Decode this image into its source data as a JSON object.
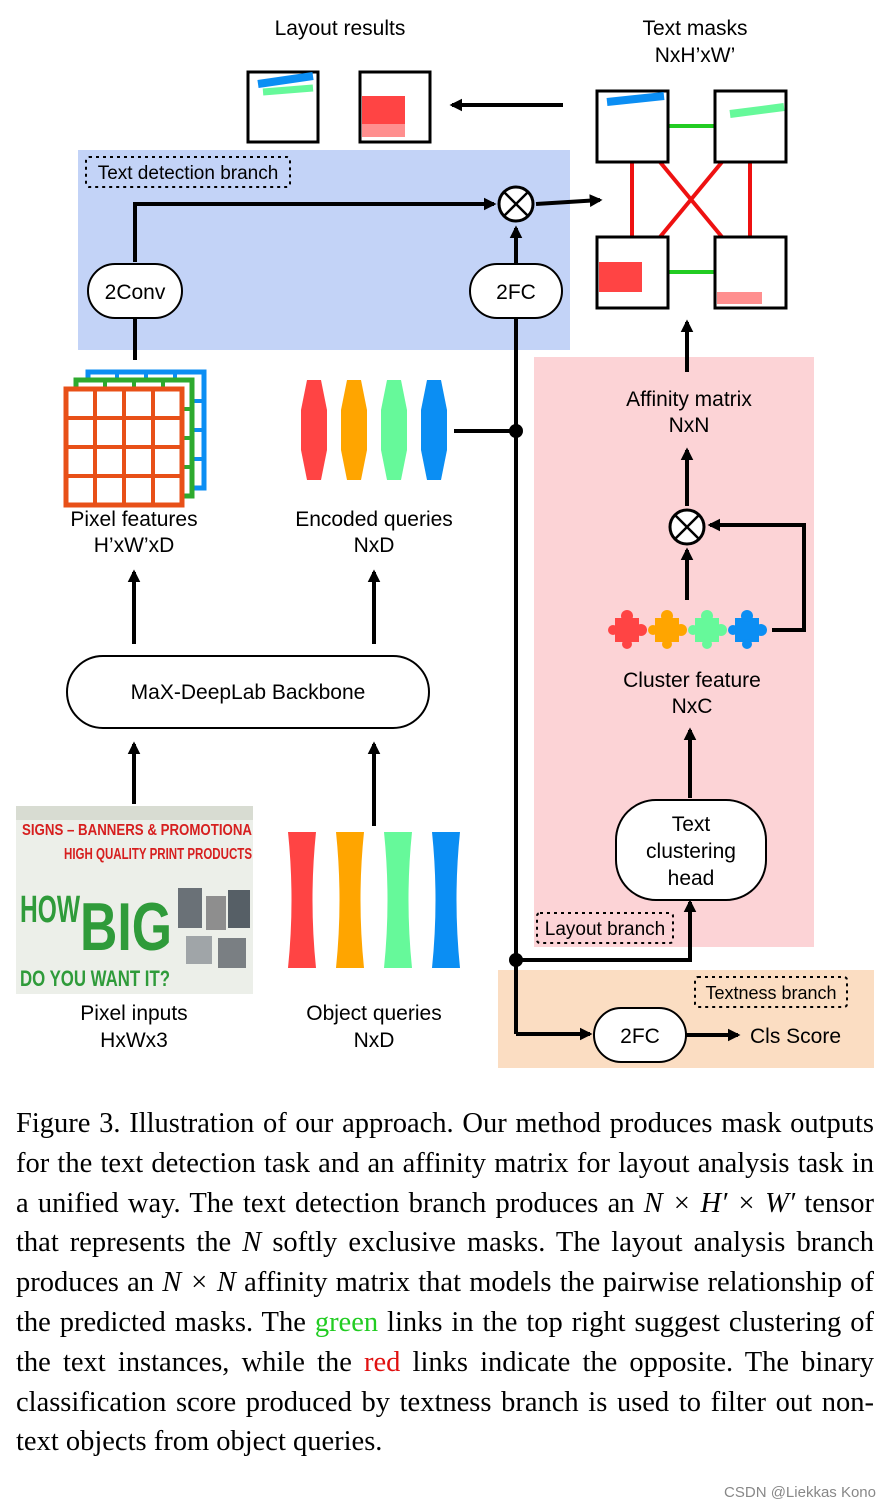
{
  "labels": {
    "layout_results": "Layout results",
    "text_masks": "Text masks",
    "text_masks_dim": "NxH’xW’",
    "text_detection_branch": "Text detection branch",
    "conv": "2Conv",
    "fc_top": "2FC",
    "affinity_matrix": "Affinity matrix",
    "affinity_dim": "NxN",
    "pixel_features": "Pixel features",
    "pixel_features_dim": "H’xW’xD",
    "encoded_queries": "Encoded queries",
    "encoded_queries_dim": "NxD",
    "cluster_feature": "Cluster feature",
    "cluster_feature_dim": "NxC",
    "backbone": "MaX-DeepLab Backbone",
    "text_clustering_1": "Text",
    "text_clustering_2": "clustering",
    "text_clustering_3": "head",
    "layout_branch": "Layout branch",
    "textness_branch": "Textness branch",
    "fc_bottom": "2FC",
    "cls_score": "Cls Score",
    "pixel_inputs": "Pixel inputs",
    "pixel_inputs_dim": "HxWx3",
    "object_queries": "Object queries",
    "object_queries_dim": "NxD"
  },
  "photo_text": {
    "line1": "SIGNS – BANNERS & PROMOTIONA",
    "line2": "HIGH QUALITY PRINT PRODUCTS",
    "how": "HOW",
    "big": "BIG",
    "want": "DO YOU WANT IT?"
  },
  "caption": {
    "p1": "Figure 3. Illustration of our approach. Our method produces mask outputs for the text detection task and an affinity matrix for layout analysis task in a unified way. The text detection branch produces an ",
    "m1": "N × H′ × W′",
    "p2": " tensor that represents the ",
    "m2": "N",
    "p3": " softly exclusive masks.  The layout analysis branch produces an ",
    "m3": "N × N",
    "p4": " affin­ity matrix that models the pairwise relationship of the predicted masks.  The ",
    "green": "green",
    "p5": " links in the top right suggest clustering of the text instances, while the ",
    "red": "red",
    "p6": " links indicate the opposite.  The bi­nary classification score produced by textness branch is used to filter out non-text objects from object queries."
  },
  "watermark": "CSDN @Liekkas Kono",
  "colors": {
    "detection_bg": "#c3d3f7",
    "layout_bg": "#fcd3d6",
    "textness_bg": "#fbddc2",
    "red": "#ff4444",
    "orange": "#ffa500",
    "green": "#66f99a",
    "blue": "#0b8ef3",
    "link_green": "#22cc22",
    "link_red": "#ee1111"
  }
}
